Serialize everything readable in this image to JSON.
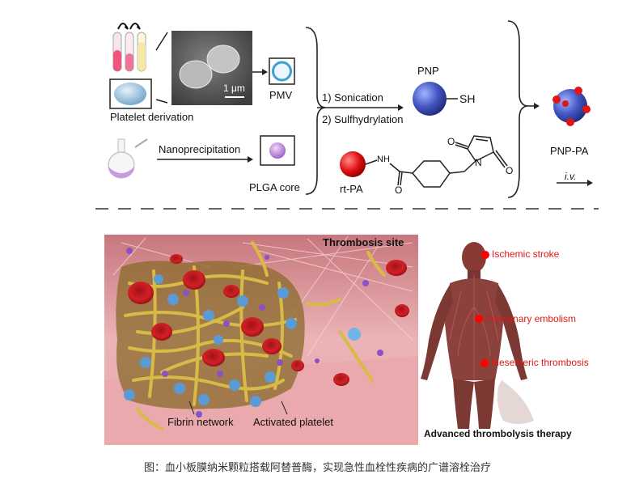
{
  "top": {
    "platelet_derivation": "Platelet derivation",
    "scale_bar": "1 μm",
    "pmv": "PMV",
    "nanoprecipitation": "Nanoprecipitation",
    "plga_core": "PLGA core",
    "step1": "1) Sonication",
    "step2": "2) Sulfhydrylation",
    "pnp": "PNP",
    "sh": "SH",
    "nh": "NH",
    "o_top": "O",
    "o_bottom": "O",
    "n": "N",
    "o_amide": "O",
    "rt_pa": "rt-PA",
    "pnp_pa": "PNP-PA",
    "iv": "i.v."
  },
  "bottom": {
    "thrombosis_site": "Thrombosis site",
    "fibrin_network": "Fibrin network",
    "activated_platelet": "Activated platelet",
    "ischemic_stroke": "Ischemic stroke",
    "pulmonary_embolism": "Pulmonary embolism",
    "mesenteric_thrombosis": "Mesenteric thrombosis",
    "therapy": "Advanced thrombolysis therapy"
  },
  "caption": "图：血小板膜纳米颗粒搭载阿替普酶，实现急性血栓性疾病的广谱溶栓治疗",
  "colors": {
    "accent_red": "#e01818",
    "vessel_pink": "#e8a3a6",
    "fibrin_yellow": "#d4b84a",
    "platelet_blue": "#5b9bd5",
    "pnp_blue": "#4a5fbf"
  }
}
